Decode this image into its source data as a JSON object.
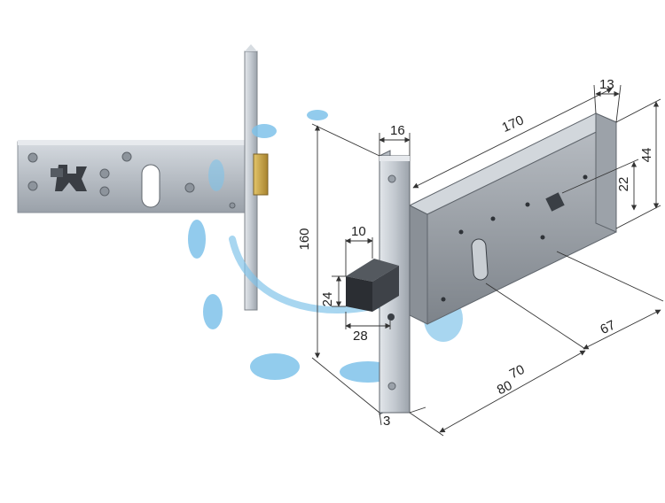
{
  "colors": {
    "background": "#ffffff",
    "steel_light": "#c9cfd6",
    "steel_mid": "#a7aeb6",
    "steel_dark": "#6e747b",
    "brass": "#c9a64a",
    "bolt_black": "#2b2e33",
    "splash_blue": "#7fc3ea",
    "dimension_line": "#333333"
  },
  "dimensions": {
    "faceplate_width": "16",
    "body_length": "170",
    "body_thickness": "13",
    "height_44": "44",
    "height_22": "22",
    "faceplate_height": "160",
    "bolt_throw": "10",
    "bolt_height": "24",
    "bolt_width": "28",
    "depth_67": "67",
    "backset_70": "70",
    "backset_80": "80",
    "faceplate_thickness": "3"
  }
}
